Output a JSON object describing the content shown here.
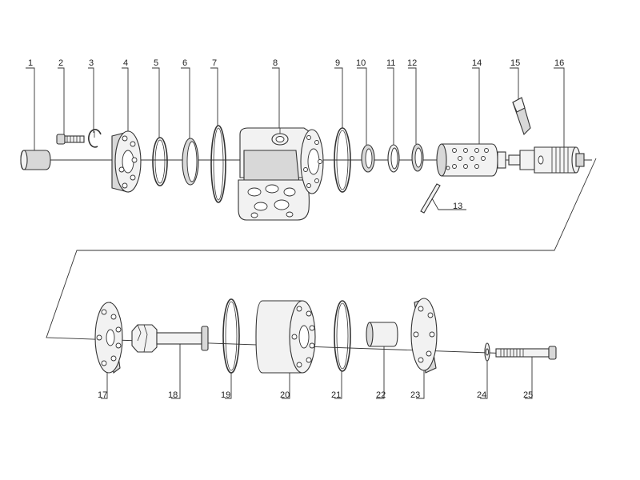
{
  "labels": {
    "p1": "1",
    "p2": "2",
    "p3": "3",
    "p4": "4",
    "p5": "5",
    "p6": "6",
    "p7": "7",
    "p8": "8",
    "p9": "9",
    "p10": "10",
    "p11": "11",
    "p12": "12",
    "p13": "13",
    "p14": "14",
    "p15": "15",
    "p16": "16",
    "p17": "17",
    "p18": "18",
    "p19": "19",
    "p20": "20",
    "p21": "21",
    "p22": "22",
    "p23": "23",
    "p24": "24",
    "p25": "25"
  }
}
